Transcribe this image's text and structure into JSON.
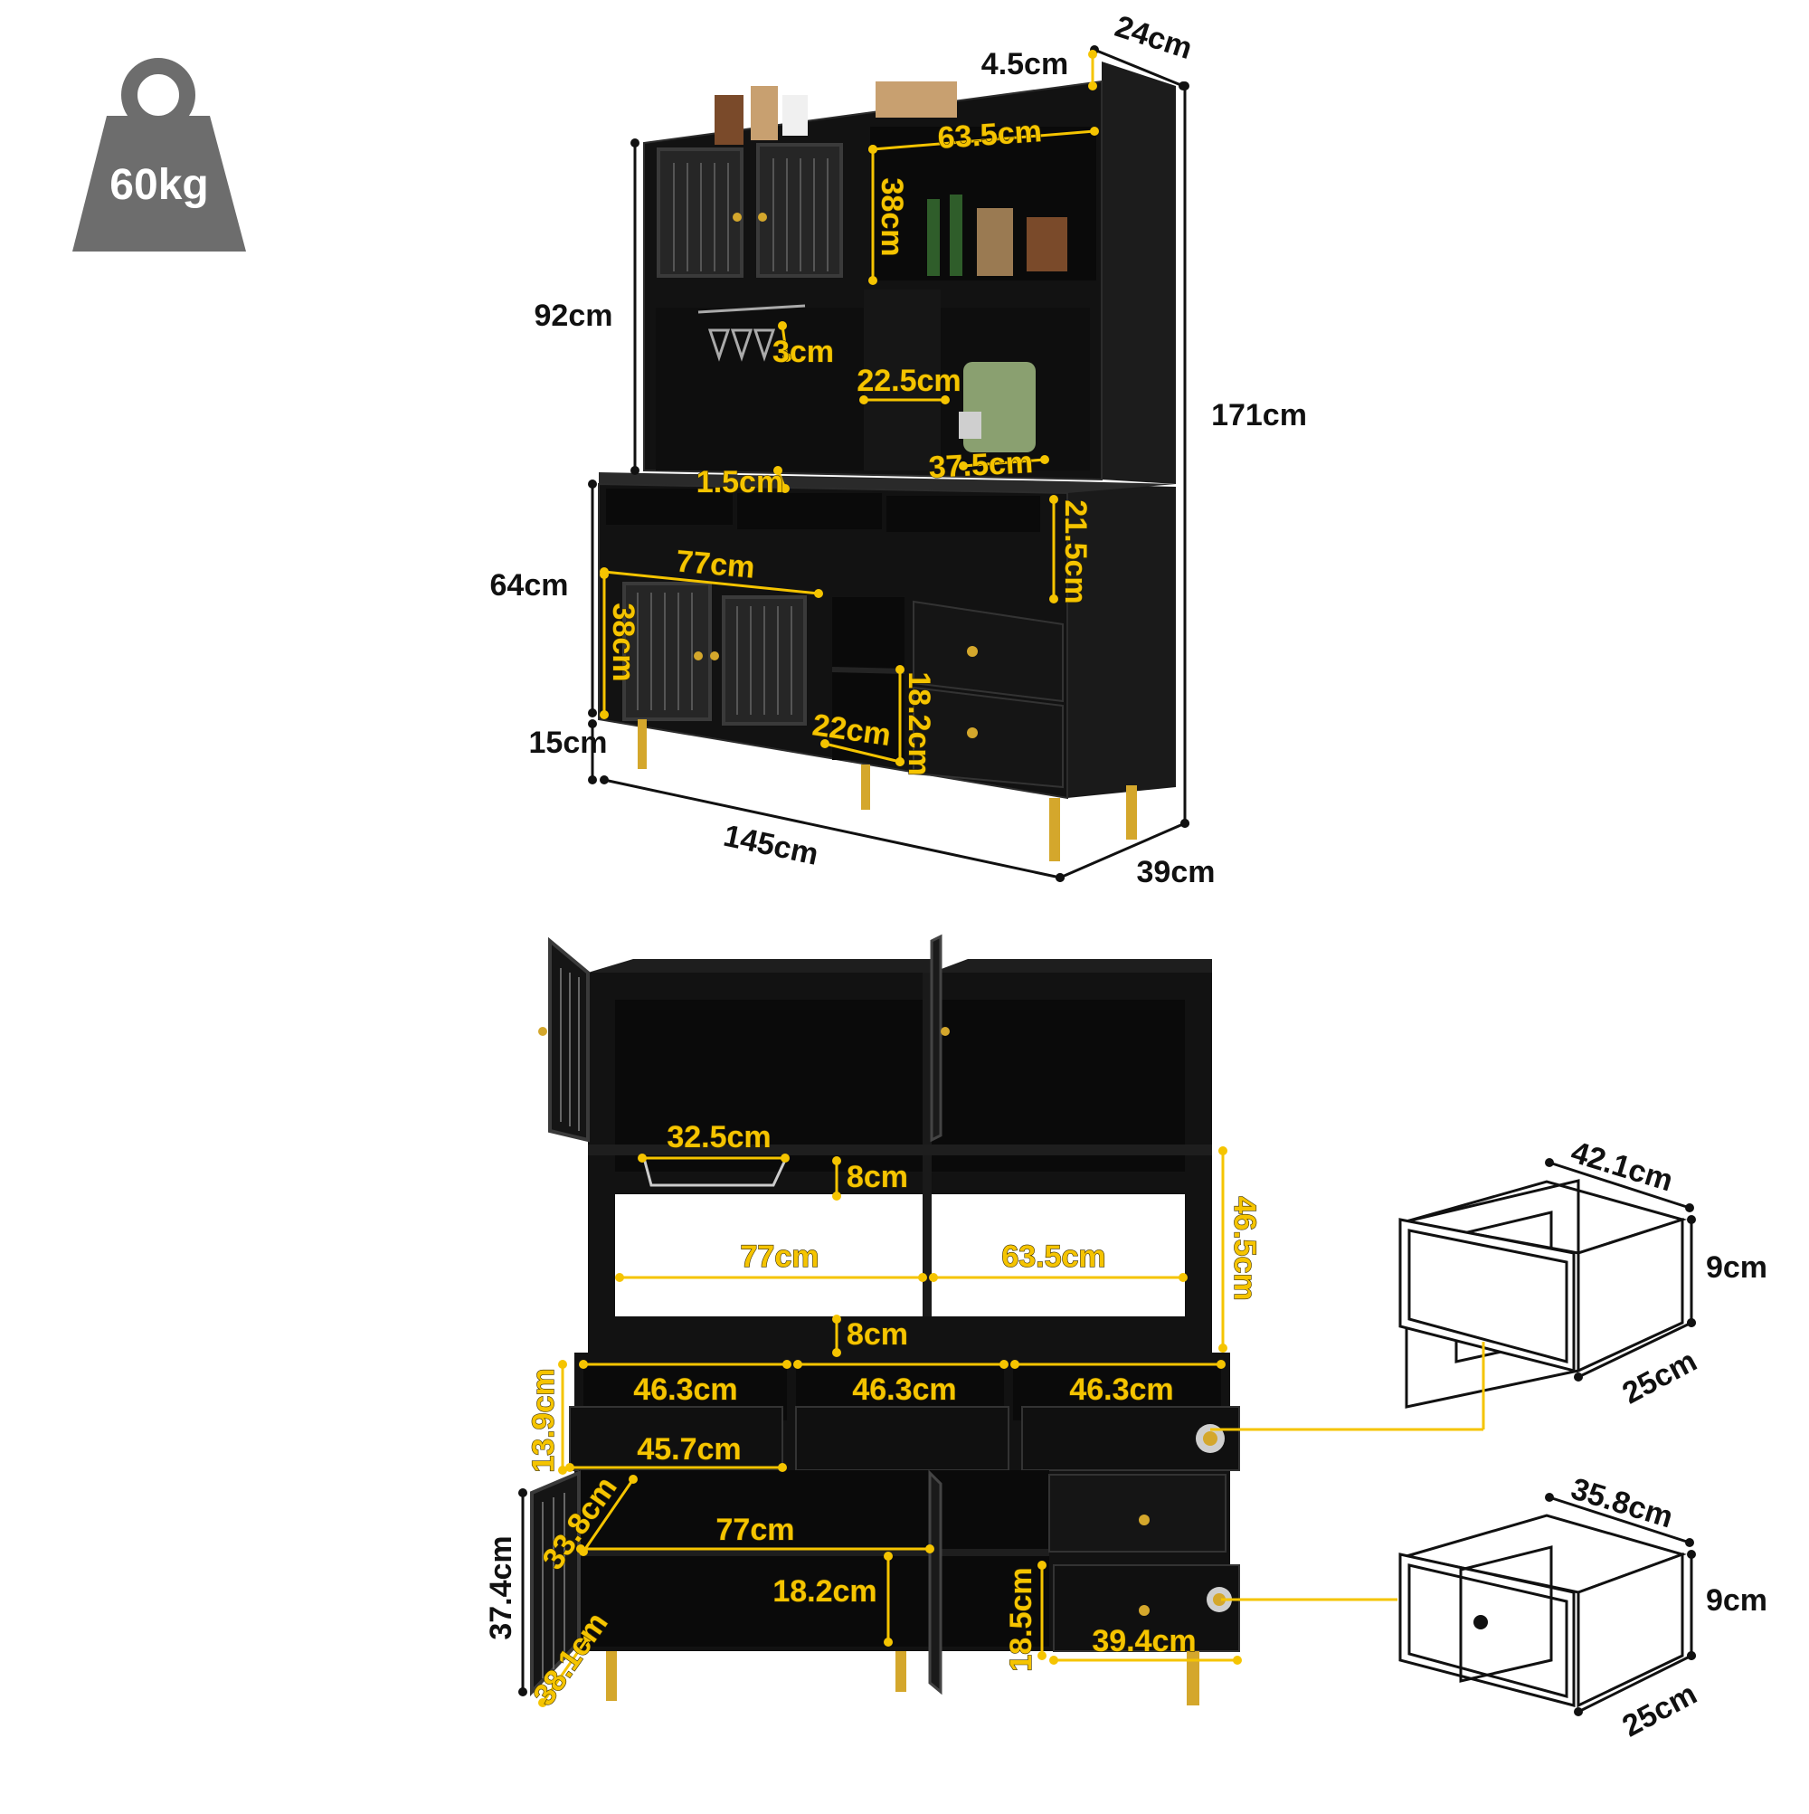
{
  "colors": {
    "cabinet": "#121212",
    "cabinet_edge": "#2c2c2c",
    "interior": "#0a0a0a",
    "gold": "#f5c400",
    "leg_gold": "#d4a72c",
    "dim_black": "#111111",
    "weight_badge": "#6d6d6d",
    "drawer_outline": "#111111"
  },
  "weight": {
    "label": "60kg",
    "icon": "weight-icon"
  },
  "assembled_view": {
    "outer_dims": {
      "total_height": "171cm",
      "total_width": "145cm",
      "total_depth": "39cm",
      "top_depth": "24cm",
      "hutch_height": "92cm",
      "base_height": "64cm",
      "leg_height": "15cm"
    },
    "inner_dims": {
      "top_shelf_height": "4.5cm",
      "upper_open_width": "63.5cm",
      "upper_open_height": "38cm",
      "glass_rack_gap": "3cm",
      "middle_divider_width": "22.5cm",
      "counter_depth": "1.5cm",
      "counter_open_width": "37.5cm",
      "cubby_height": "21.5cm",
      "lower_door_width": "77cm",
      "lower_door_height": "38cm",
      "open_shelf_height": "18.2cm",
      "open_shelf_width": "22cm"
    }
  },
  "open_view": {
    "dims": {
      "glass_rack_width": "32.5cm",
      "rack_shelf_height": "8cm",
      "open_left_width": "77cm",
      "open_right_width": "63.5cm",
      "open_height": "46.5cm",
      "counter_shelf_height": "8cm",
      "cubby_1_width": "46.3cm",
      "cubby_2_width": "46.3cm",
      "cubby_3_width": "46.3cm",
      "cubby_height": "13.9cm",
      "drawer_front_width": "45.7cm",
      "door_diag": "33.8cm",
      "lower_cabinet_width": "77cm",
      "lower_shelf_height": "18.2cm",
      "door_height": "37.4cm",
      "door_width": "38.1cm",
      "drawer_height": "18.5cm",
      "drawer_width": "39.4cm"
    }
  },
  "drawer_small": {
    "width": "42.1cm",
    "height": "9cm",
    "depth": "25cm"
  },
  "drawer_large": {
    "width": "35.8cm",
    "height": "9cm",
    "depth": "25cm"
  }
}
